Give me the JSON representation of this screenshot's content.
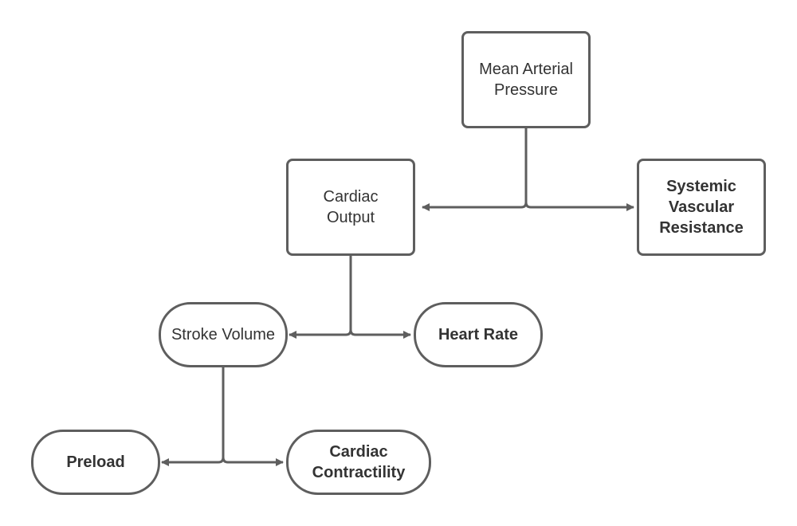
{
  "diagram": {
    "title": "Determinants of Mean Arterial Pressure",
    "nodes": [
      {
        "id": "map",
        "label": "Mean Arterial\nPressure",
        "shape": "rect",
        "bold": false
      },
      {
        "id": "co",
        "label": "Cardiac\nOutput",
        "shape": "rect",
        "bold": false
      },
      {
        "id": "svr",
        "label": "Systemic\nVascular\nResistance",
        "shape": "rect",
        "bold": true
      },
      {
        "id": "sv",
        "label": "Stroke Volume",
        "shape": "pill",
        "bold": false
      },
      {
        "id": "hr",
        "label": "Heart Rate",
        "shape": "pill",
        "bold": true
      },
      {
        "id": "preload",
        "label": "Preload",
        "shape": "pill",
        "bold": true
      },
      {
        "id": "contractility",
        "label": "Cardiac\nContractility",
        "shape": "pill",
        "bold": true
      }
    ],
    "edges": [
      {
        "from": "map",
        "to": "co",
        "type": "branch-arrow"
      },
      {
        "from": "map",
        "to": "svr",
        "type": "branch-arrow"
      },
      {
        "from": "co",
        "to": "sv",
        "type": "branch-arrow"
      },
      {
        "from": "co",
        "to": "hr",
        "type": "branch-arrow"
      },
      {
        "from": "sv",
        "to": "preload",
        "type": "branch-arrow"
      },
      {
        "from": "sv",
        "to": "contractility",
        "type": "branch-arrow"
      }
    ],
    "colors": {
      "stroke": "#5e5e5e",
      "text": "#333333",
      "background": "#ffffff"
    }
  }
}
